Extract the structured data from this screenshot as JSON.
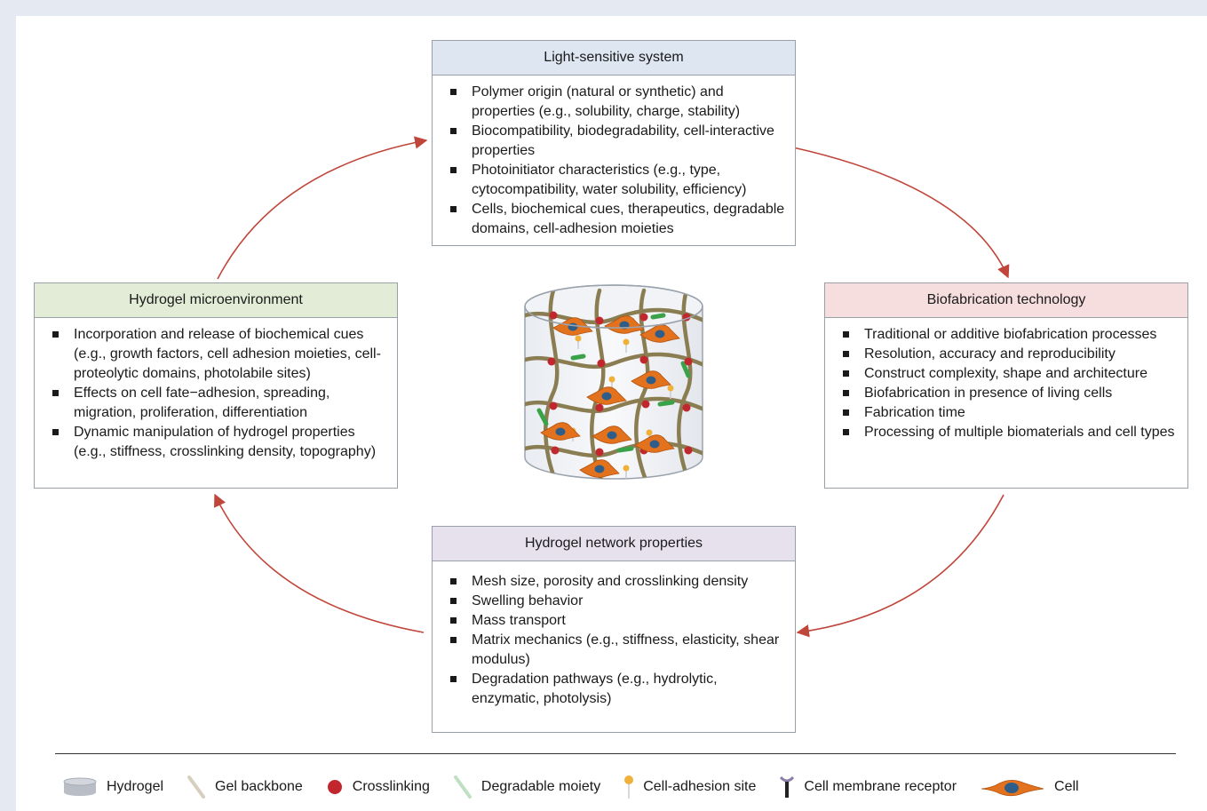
{
  "colors": {
    "background": "#e4e9f2",
    "arrow": "#c0453a",
    "backbone": "#8b7d52",
    "crosslink": "#c1272d",
    "degradable": "#3aa34a",
    "cell": "#e2721d",
    "nucleus": "#2f5d89",
    "adhesion": "#f0b13a"
  },
  "boxes": {
    "light": {
      "title": "Light-sensitive system",
      "header_color": "#dde6f1",
      "items": [
        "Polymer origin (natural or synthetic) and properties (e.g., solubility, charge, stability)",
        "Biocompatibility, biodegradability, cell-interactive properties",
        "Photoinitiator characteristics (e.g., type, cytocompatibility, water solubility, efficiency)",
        "Cells, biochemical cues, therapeutics, degradable domains, cell-adhesion moieties"
      ]
    },
    "biofab": {
      "title": "Biofabrication technology",
      "header_color": "#f6dedf",
      "items": [
        "Traditional or additive biofabrication processes",
        "Resolution, accuracy and reproducibility",
        "Construct complexity, shape and architecture",
        "Biofabrication in presence of living cells",
        "Fabrication time",
        "Processing of multiple biomaterials and cell types"
      ]
    },
    "network": {
      "title": "Hydrogel network properties",
      "header_color": "#e7e1ee",
      "items": [
        "Mesh size, porosity and crosslinking density",
        "Swelling behavior",
        "Mass transport",
        "Matrix mechanics (e.g., stiffness, elasticity, shear modulus)",
        "Degradation pathways (e.g., hydrolytic, enzymatic, photolysis)"
      ]
    },
    "micro": {
      "title": "Hydrogel microenvironment",
      "header_color": "#e2ecd6",
      "items": [
        "Incorporation and release of biochemical cues (e.g., growth factors, cell adhesion moieties, cell-proteolytic domains, photolabile sites)",
        "Effects on cell fate−adhesion, spreading, migration, proliferation, differentiation",
        "Dynamic manipulation of hydrogel properties (e.g., stiffness, crosslinking density, topography)"
      ]
    }
  },
  "legend": [
    {
      "icon": "hydrogel-icon",
      "label": "Hydrogel"
    },
    {
      "icon": "gel-backbone-icon",
      "label": "Gel backbone"
    },
    {
      "icon": "crosslinking-icon",
      "label": "Crosslinking"
    },
    {
      "icon": "degradable-moiety-icon",
      "label": "Degradable moiety"
    },
    {
      "icon": "cell-adhesion-site-icon",
      "label": "Cell-adhesion site"
    },
    {
      "icon": "cell-membrane-receptor-icon",
      "label": "Cell membrane receptor"
    },
    {
      "icon": "cell-icon",
      "label": "Cell"
    }
  ]
}
